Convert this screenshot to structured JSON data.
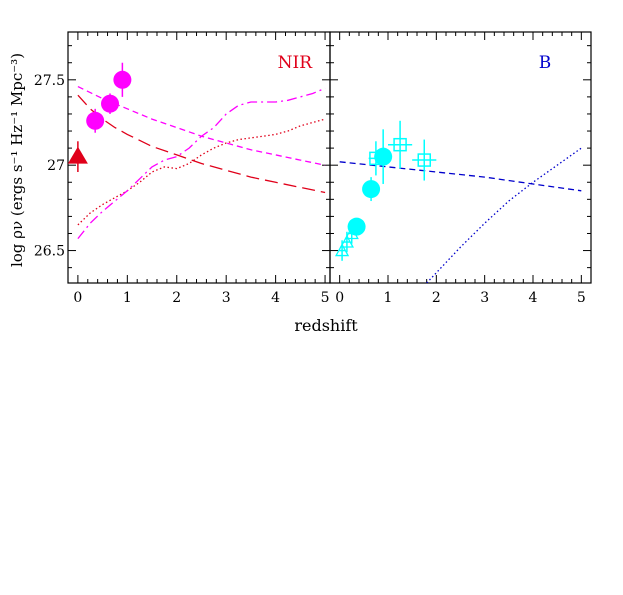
{
  "chart_data": [
    {
      "panel": "left",
      "type": "scatter",
      "label": "NIR",
      "label_color": "#e0001a",
      "xlabel": "redshift",
      "ylabel": "log ρν (ergs s⁻¹ Hz⁻¹ Mpc⁻³)",
      "xlim": [
        -0.2,
        5.1
      ],
      "ylim": [
        26.31,
        27.78
      ],
      "x_ticks": [
        0,
        1,
        2,
        3,
        4,
        5
      ],
      "y_ticks": [
        26.5,
        27,
        27.5
      ],
      "y_tick_labels": [
        "26.5",
        "27",
        "27.5"
      ],
      "x_tick_labels": [
        "0",
        "1",
        "2",
        "3",
        "4",
        "5"
      ],
      "series": [
        {
          "marker": "filled-circle",
          "color": "#ff00ff",
          "points": [
            {
              "x": 0.35,
              "y": 27.26,
              "yerr": 0.07
            },
            {
              "x": 0.65,
              "y": 27.36,
              "yerr": 0.06
            },
            {
              "x": 0.9,
              "y": 27.5,
              "yerr": 0.1
            }
          ]
        },
        {
          "marker": "filled-triangle",
          "color": "#e0001a",
          "points": [
            {
              "x": 0.0,
              "y": 27.05,
              "yerr": 0.09
            }
          ]
        },
        {
          "style": "long-dash",
          "color": "#e0001a",
          "x": [
            0,
            0.25,
            0.5,
            0.75,
            1,
            1.5,
            2,
            2.5,
            3,
            3.5,
            4,
            4.5,
            5
          ],
          "y": [
            27.41,
            27.33,
            27.27,
            27.22,
            27.18,
            27.11,
            27.06,
            27.01,
            26.97,
            26.93,
            26.9,
            26.87,
            26.84
          ]
        },
        {
          "style": "short-dash",
          "color": "#ff00ff",
          "x": [
            0,
            0.5,
            1,
            1.5,
            2,
            2.5,
            3,
            3.5,
            4,
            4.5,
            5
          ],
          "y": [
            27.46,
            27.39,
            27.33,
            27.27,
            27.22,
            27.17,
            27.13,
            27.09,
            27.06,
            27.03,
            27.0
          ]
        },
        {
          "style": "dotted",
          "color": "#e0001a",
          "x": [
            0,
            0.25,
            0.5,
            0.75,
            1,
            1.25,
            1.5,
            1.75,
            2,
            2.25,
            2.5,
            2.75,
            3,
            3.25,
            3.5,
            3.75,
            4,
            4.25,
            4.5,
            4.75,
            5
          ],
          "y": [
            26.65,
            26.72,
            26.77,
            26.81,
            26.85,
            26.9,
            26.96,
            26.99,
            26.98,
            27.01,
            27.06,
            27.1,
            27.13,
            27.15,
            27.16,
            27.17,
            27.18,
            27.2,
            27.23,
            27.25,
            27.27
          ]
        },
        {
          "style": "dash-dot",
          "color": "#ff00ff",
          "x": [
            0,
            0.25,
            0.5,
            0.75,
            1,
            1.25,
            1.5,
            1.75,
            2,
            2.25,
            2.5,
            2.75,
            3,
            3.25,
            3.5,
            3.75,
            4,
            4.25,
            4.5,
            4.75,
            5
          ],
          "y": [
            26.57,
            26.66,
            26.73,
            26.79,
            26.85,
            26.92,
            26.99,
            27.03,
            27.05,
            27.1,
            27.17,
            27.22,
            27.3,
            27.35,
            27.37,
            27.37,
            27.37,
            27.38,
            27.4,
            27.42,
            27.45
          ]
        }
      ]
    },
    {
      "panel": "right",
      "type": "scatter",
      "label": "B",
      "label_color": "#0000cc",
      "xlabel": "redshift",
      "xlim": [
        -0.2,
        5.2
      ],
      "ylim": [
        26.31,
        27.78
      ],
      "x_ticks": [
        0,
        1,
        2,
        3,
        4,
        5
      ],
      "x_tick_labels": [
        "0",
        "1",
        "2",
        "3",
        "4",
        "5"
      ],
      "series": [
        {
          "marker": "filled-circle",
          "color": "#00ffff",
          "points": [
            {
              "x": 0.35,
              "y": 26.64,
              "yerr": 0.05
            },
            {
              "x": 0.65,
              "y": 26.86,
              "yerr": 0.07
            },
            {
              "x": 0.9,
              "y": 27.05,
              "yerr": 0.16
            }
          ]
        },
        {
          "marker": "open-square",
          "color": "#00ffff",
          "points": [
            {
              "x": 0.75,
              "y": 27.04,
              "xerr": 0.15,
              "yerr": 0.1
            },
            {
              "x": 1.25,
              "y": 27.12,
              "xerr": 0.25,
              "yerr": 0.14
            },
            {
              "x": 1.75,
              "y": 27.03,
              "xerr": 0.25,
              "yerr": 0.12
            }
          ]
        },
        {
          "marker": "open-triangle",
          "color": "#00ffff",
          "points": [
            {
              "x": 0.05,
              "y": 26.5,
              "xerr": 0.06,
              "yerr": 0.06
            },
            {
              "x": 0.15,
              "y": 26.55,
              "xerr": 0.06,
              "yerr": 0.06
            },
            {
              "x": 0.25,
              "y": 26.6,
              "xerr": 0.06,
              "yerr": 0.06
            }
          ]
        },
        {
          "style": "short-dash",
          "color": "#0000cc",
          "x": [
            0,
            1,
            2,
            3,
            4,
            5
          ],
          "y": [
            27.02,
            26.99,
            26.96,
            26.93,
            26.89,
            26.85
          ]
        },
        {
          "style": "dotted",
          "color": "#0000cc",
          "x": [
            1.8,
            2.5,
            3,
            3.5,
            4,
            4.5,
            5
          ],
          "y": [
            26.31,
            26.52,
            26.66,
            26.79,
            26.9,
            27.0,
            27.1
          ]
        }
      ]
    }
  ]
}
